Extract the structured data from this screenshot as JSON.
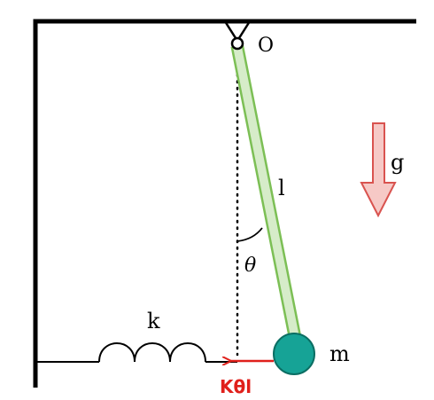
{
  "labels": {
    "pivot": "O",
    "length": "l",
    "angle": "θ",
    "spring": "k",
    "mass": "m",
    "gravity": "g",
    "force": "Kθl"
  },
  "colors": {
    "frame": "#000000",
    "rod_fill": "#d6ecc9",
    "rod_stroke": "#7cbf55",
    "mass": "#16a396",
    "mass_stroke": "#0b6e63",
    "gravity_fill": "#f6c9c6",
    "gravity_stroke": "#d9534f",
    "force": "#e0201b"
  },
  "icons": {
    "pivot": "hinge-icon",
    "gravity": "down-arrow-icon",
    "force": "left-arrow-icon"
  }
}
